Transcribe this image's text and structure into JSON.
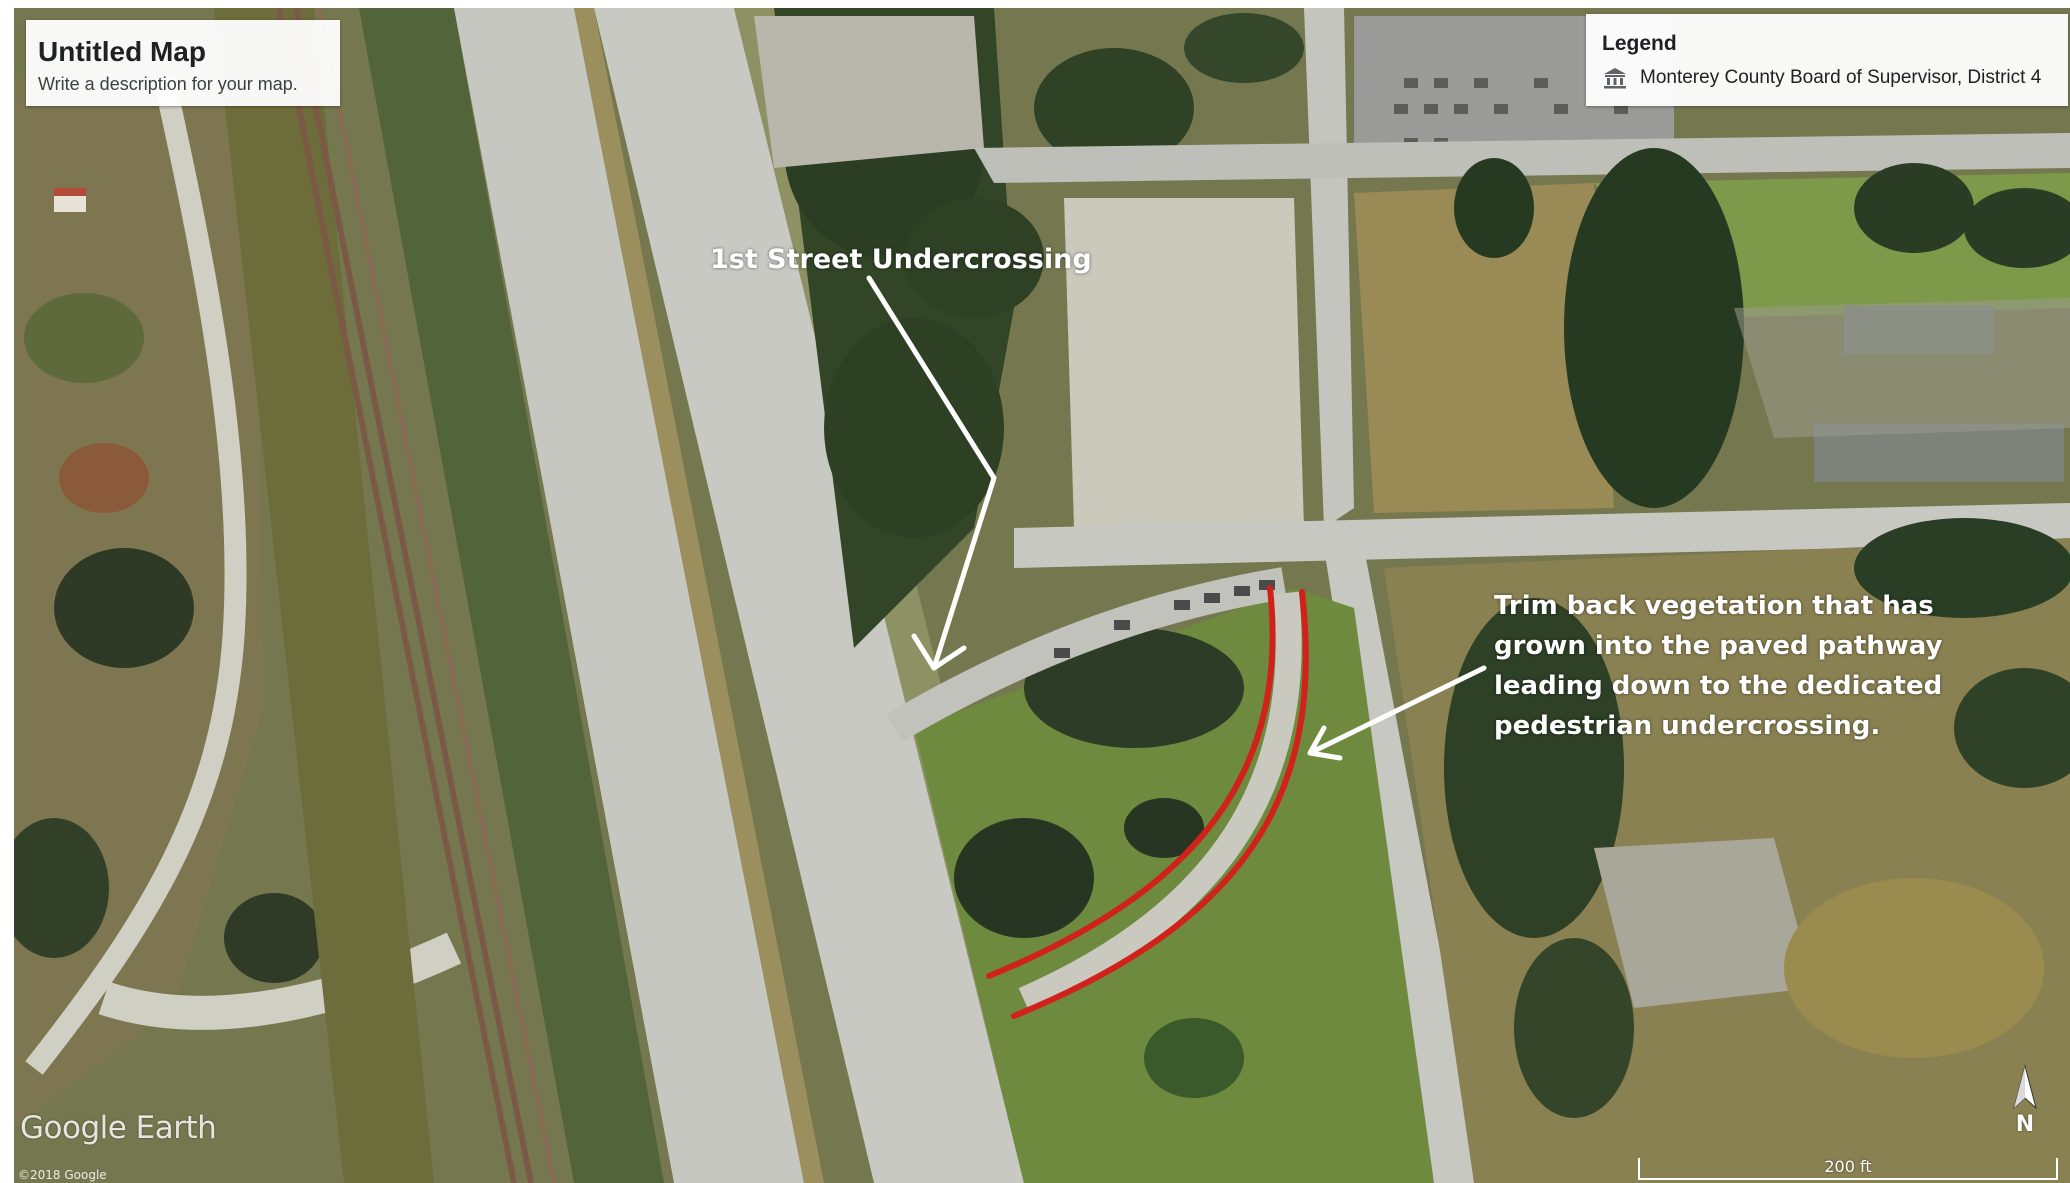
{
  "map_card": {
    "title": "Untitled Map",
    "description": "Write a description for your map."
  },
  "legend": {
    "title": "Legend",
    "items": [
      {
        "icon": "government-building-icon",
        "label": "Monterey County Board of Supervisor, District 4"
      }
    ]
  },
  "annotations": {
    "undercrossing_label": "1st Street Undercrossing",
    "trim_note_lines": [
      "Trim back vegetation that has",
      "grown into the paved pathway",
      "leading down to the dedicated",
      "pedestrian undercrossing."
    ]
  },
  "attribution": {
    "watermark": "Google Earth",
    "copyright": "©2018 Google"
  },
  "scale": {
    "label": "200 ft"
  },
  "compass": {
    "label": "N"
  },
  "colors": {
    "annotation_text": "#ffffff",
    "highlight_path": "#d0221b",
    "card_background": "#ffffff"
  }
}
